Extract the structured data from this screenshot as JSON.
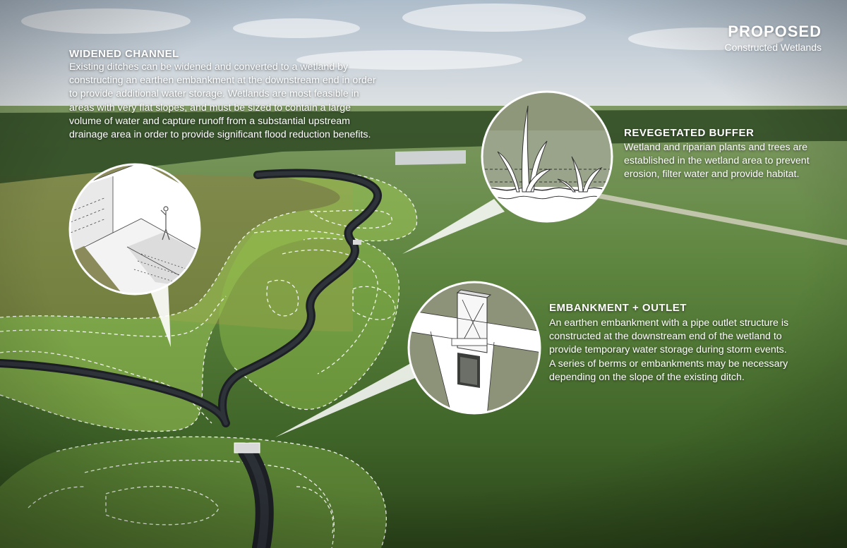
{
  "header": {
    "title": "PROPOSED",
    "subtitle": "Constructed Wetlands"
  },
  "callouts": {
    "widened_channel": {
      "title": "WIDENED CHANNEL",
      "body": "Existing ditches can be widened and converted to a wetland by constructing an earthen embankment at the downstream end in order to provide additional water storage. Wetlands are most feasible in areas with very flat slopes, and must be sized to contain a large volume of water and capture runoff from a substantial upstream drainage area in order to provide significant flood reduction benefits."
    },
    "revegetated_buffer": {
      "title": "REVEGETATED BUFFER",
      "body": "Wetland and riparian plants and trees are established in the wetland area to prevent erosion, filter water and provide habitat."
    },
    "embankment_outlet": {
      "title": "EMBANKMENT + OUTLET",
      "body": "An earthen embankment with a pipe outlet structure is constructed at the downstream end of the wetland to provide temporary water storage during storm events. A series of berms or embankments may be necessary depending on the slope of the existing ditch."
    }
  },
  "colors": {
    "sky": "#c9d3dc",
    "field": "#5f8a3e",
    "wetland": "#8fc04a",
    "channel": "#1c1f24",
    "text": "#ffffff"
  }
}
